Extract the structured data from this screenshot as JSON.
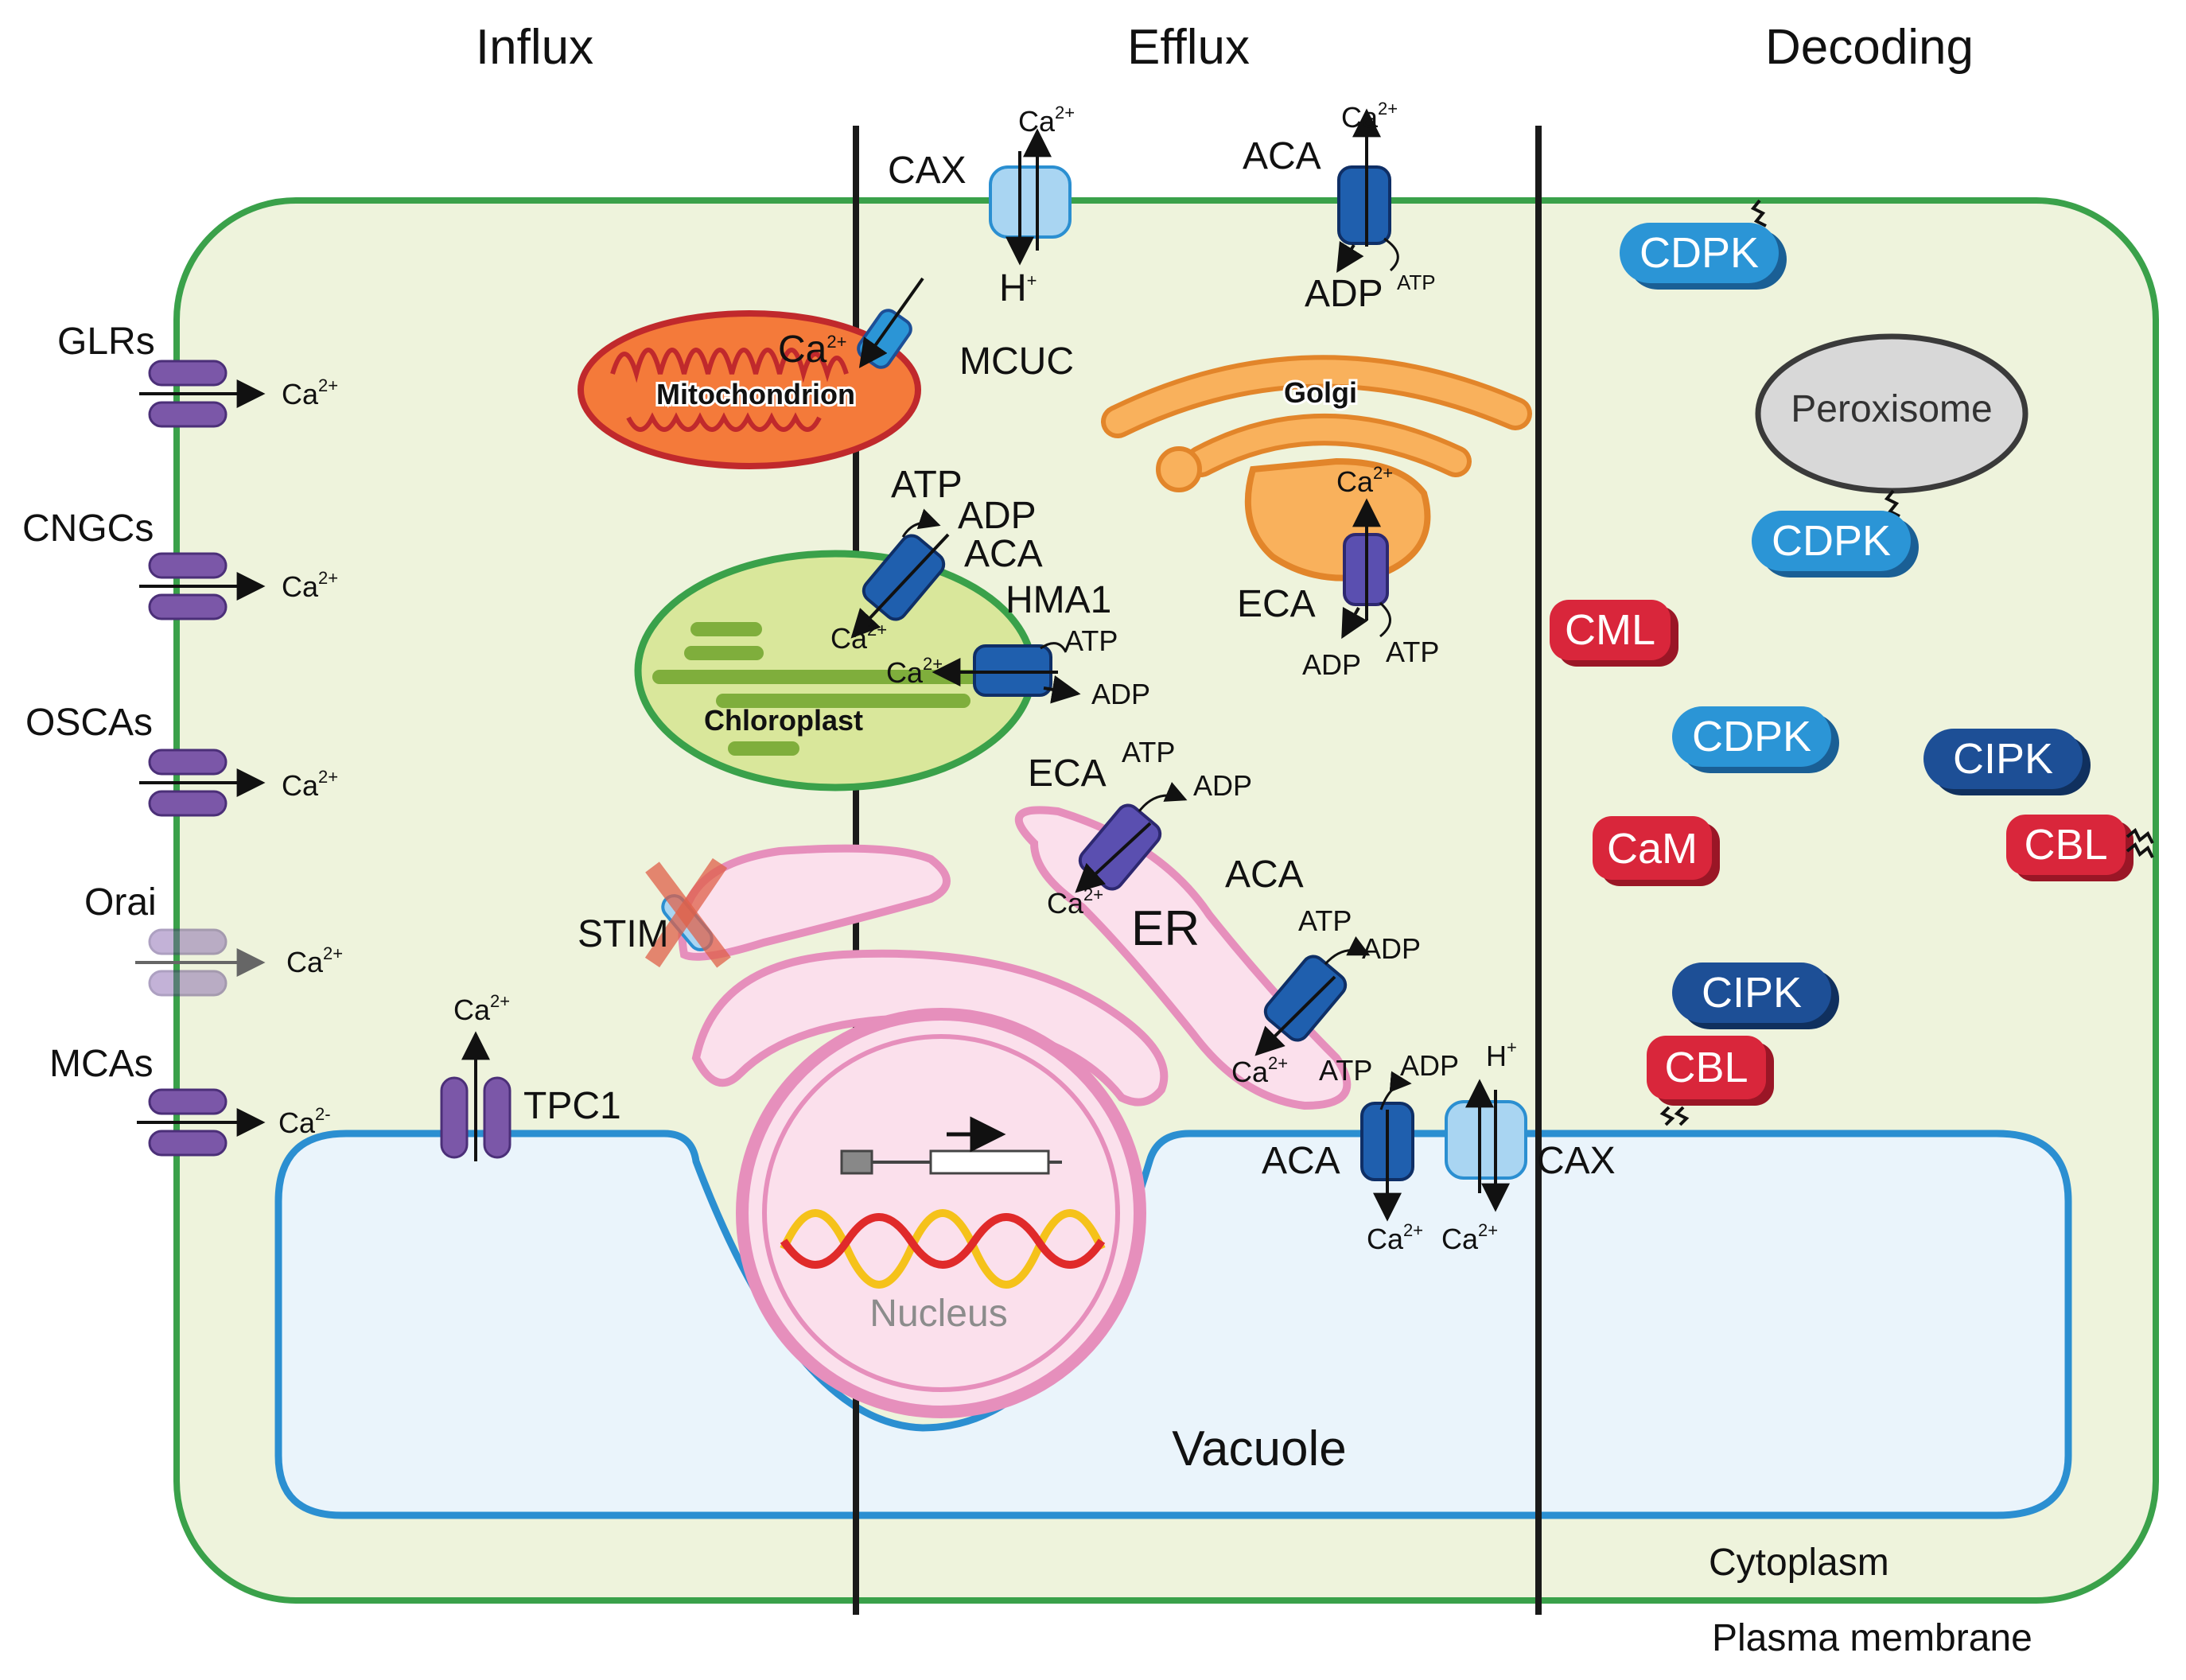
{
  "headers": {
    "influx": "Influx",
    "efflux": "Efflux",
    "decoding": "Decoding"
  },
  "influx_channels": [
    {
      "name": "GLRs",
      "ion": "Ca",
      "charge": "2+"
    },
    {
      "name": "CNGCs",
      "ion": "Ca",
      "charge": "2+"
    },
    {
      "name": "OSCAs",
      "ion": "Ca",
      "charge": "2+"
    },
    {
      "name": "Orai",
      "ion": "Ca",
      "charge": "2+"
    },
    {
      "name": "MCAs",
      "ion": "Ca",
      "charge": "2-"
    }
  ],
  "tpc1": {
    "name": "TPC1",
    "ion": "Ca",
    "charge": "2+"
  },
  "efflux": {
    "cax_pm": {
      "name": "CAX",
      "ca": "Ca",
      "ca_charge": "2+",
      "h": "H",
      "h_charge": "+"
    },
    "aca_pm": {
      "name": "ACA",
      "ca": "Ca",
      "ca_charge": "2+",
      "adp": "ADP",
      "atp": "ATP"
    },
    "mcuc": {
      "name": "MCUC",
      "ca": "Ca",
      "ca_charge": "2+"
    },
    "aca_chloro": {
      "name": "ACA",
      "atp": "ATP",
      "adp": "ADP",
      "ca": "Ca",
      "ca_charge": "2+"
    },
    "hma1": {
      "name": "HMA1",
      "atp": "ATP",
      "adp": "ADP",
      "ca": "Ca",
      "ca_charge": "2+"
    },
    "eca_golgi": {
      "name": "ECA",
      "ca": "Ca",
      "ca_charge": "2+",
      "adp": "ADP",
      "atp": "ATP"
    },
    "eca_er": {
      "name": "ECA",
      "atp": "ATP",
      "adp": "ADP",
      "ca": "Ca",
      "ca_charge": "2+"
    },
    "aca_er": {
      "name": "ACA",
      "atp": "ATP",
      "adp": "ADP",
      "ca": "Ca",
      "ca_charge": "2+"
    },
    "aca_vac": {
      "name": "ACA",
      "atp": "ATP",
      "adp": "ADP",
      "ca": "Ca",
      "ca_charge": "2+"
    },
    "cax_vac": {
      "name": "CAX",
      "h": "H",
      "h_charge": "+",
      "ca": "Ca",
      "ca_charge": "2+"
    }
  },
  "organelles": {
    "mitochondrion": "Mitochondrion",
    "chloroplast": "Chloroplast",
    "golgi": "Golgi",
    "er": "ER",
    "nucleus": "Nucleus",
    "vacuole": "Vacuole",
    "peroxisome": "Peroxisome",
    "stim": "STIM"
  },
  "decoders": {
    "cdpk_1": "CDPK",
    "cdpk_2": "CDPK",
    "cdpk_3": "CDPK",
    "cml": "CML",
    "cam": "CaM",
    "cipk_1": "CIPK",
    "cbl_1": "CBL",
    "cipk_2": "CIPK",
    "cbl_2": "CBL"
  },
  "compartments": {
    "cytoplasm": "Cytoplasm",
    "plasma_membrane": "Plasma membrane"
  },
  "colors": {
    "cell_border": "#3aa14a",
    "cytoplasm_fill": "#eef3dc",
    "vacuole_border": "#2b8fd1",
    "vacuole_fill": "#eaf4fb",
    "channel_purple": "#7b57a8",
    "pump_blue": "#1f5fae",
    "cax_light": "#a9d5f2",
    "cdpk_blue": "#2b95d6",
    "red_protein": "#d9263b",
    "cipk_navy": "#1d4f96",
    "mito_fill": "#f47a3a",
    "mito_border": "#c0292c",
    "golgi_fill": "#f9b15c",
    "chloro_fill": "#d9e79b",
    "chloro_border": "#3aa14a",
    "er_fill": "#fbe0ec",
    "er_border": "#e68fbc"
  }
}
